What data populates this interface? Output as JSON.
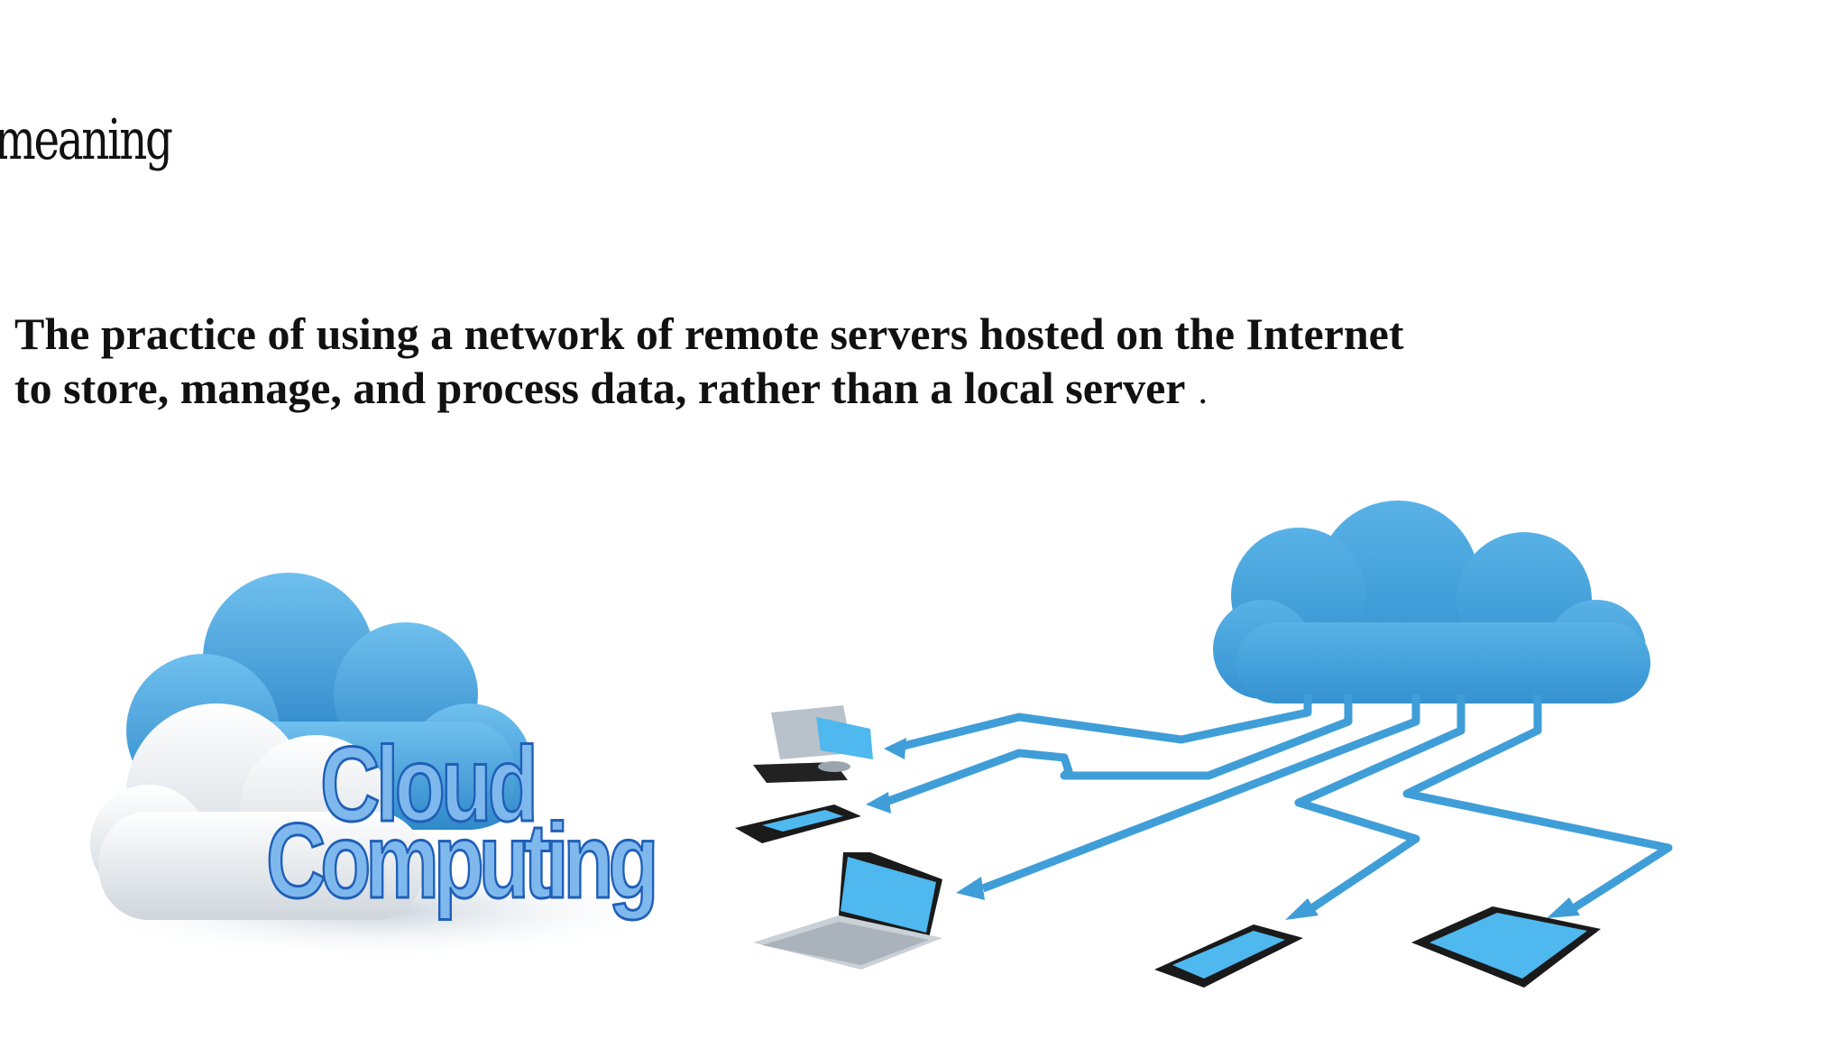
{
  "slide": {
    "heading": "meaning",
    "definition_lines": [
      "The practice of using a network of remote servers hosted on the Internet",
      "to store, manage, and process data, rather than a local server"
    ],
    "definition_end": "."
  },
  "logo": {
    "line1": "Cloud",
    "line2": "Computing"
  },
  "colors": {
    "cloud_blue": "#3d9bd6",
    "device_screen": "#4fb8ee",
    "logo_text": "#2a6fc9"
  }
}
